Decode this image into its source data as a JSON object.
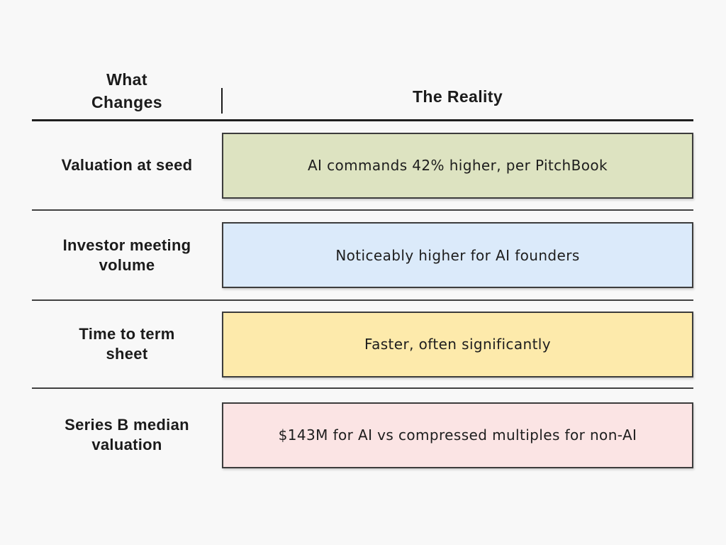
{
  "page": {
    "background": "#f8f8f8",
    "text_color": "#1b1b1b",
    "divider_color": "#414141"
  },
  "table": {
    "header": {
      "col1": "What\nChanges",
      "col2": "The Reality"
    },
    "rows": [
      {
        "label": "Valuation at seed",
        "value": "AI commands 42% higher, per PitchBook",
        "fill": "#dde3c1"
      },
      {
        "label": "Investor meeting\nvolume",
        "value": "Noticeably higher for AI founders",
        "fill": "#dbeafa"
      },
      {
        "label": "Time to term\nsheet",
        "value": "Faster, often significantly",
        "fill": "#fdeaab"
      },
      {
        "label": "Series B median\nvaluation",
        "value": "$143M for AI vs compressed multiples for non-AI",
        "fill": "#fbe4e4"
      }
    ]
  },
  "chart_data": {
    "type": "table",
    "columns": [
      "What Changes",
      "The Reality"
    ],
    "rows": [
      [
        "Valuation at seed",
        "AI commands 42% higher, per PitchBook"
      ],
      [
        "Investor meeting volume",
        "Noticeably higher for AI founders"
      ],
      [
        "Time to term sheet",
        "Faster, often significantly"
      ],
      [
        "Series B median valuation",
        "$143M for AI vs compressed multiples for non-AI"
      ]
    ],
    "row_highlight_colors": [
      "#dde3c1",
      "#dbeafa",
      "#fdeaab",
      "#fbe4e4"
    ]
  }
}
